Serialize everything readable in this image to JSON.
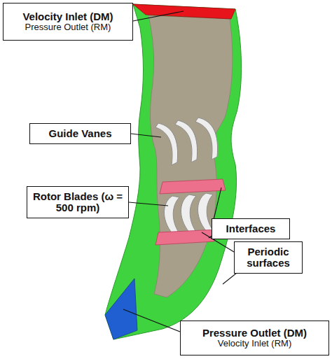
{
  "diagram": {
    "nodes": [
      {
        "text": [
          "Velocity Inlet (DM)",
          "Pressure Outlet (RM)"
        ]
      },
      {
        "text": [
          "Guide Vanes"
        ]
      },
      {
        "text": [
          "Rotor Blades (ω = 500 rpm)"
        ]
      },
      {
        "text": [
          "Interfaces"
        ]
      },
      {
        "text": [
          "Periodic surfaces"
        ]
      },
      {
        "text": [
          "Pressure Outlet (DM)",
          "Velocity Inlet (RM)"
        ]
      }
    ]
  }
}
